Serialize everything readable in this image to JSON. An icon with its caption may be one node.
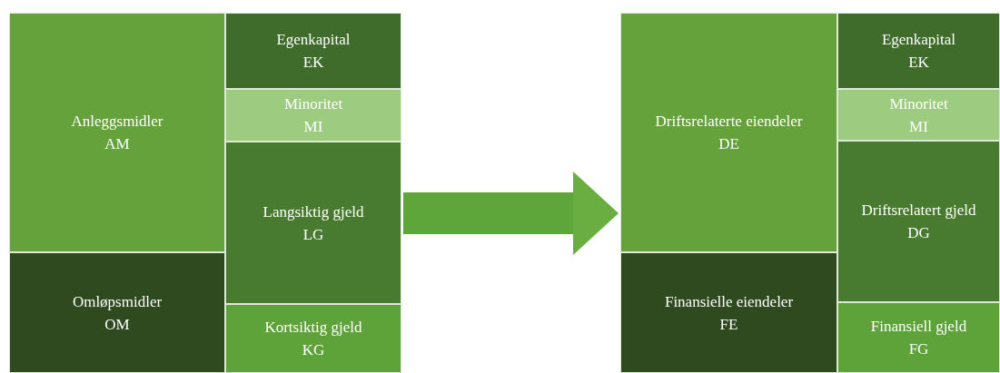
{
  "diagram": {
    "nodes": [
      {
        "text": [],
        "shape": "box"
      },
      {
        "text": [
          "Anleggsmidler",
          "AM"
        ],
        "in": 0
      },
      {
        "text": [
          "Omløpsmidler",
          "OM"
        ],
        "in": 0
      },
      {
        "text": [
          "Egenkapital",
          "EK"
        ],
        "in": 0
      },
      {
        "text": [
          "Minoritet",
          "MI"
        ],
        "in": 0
      },
      {
        "text": [
          "Langsiktig gjeld",
          "LG"
        ],
        "in": 0
      },
      {
        "text": [
          "Kortsiktig gjeld",
          "KG"
        ],
        "in": 0
      },
      {
        "text": [],
        "shape": "box"
      },
      {
        "text": [
          "Driftsrelaterte eiendeler",
          "DE"
        ],
        "in": 7
      },
      {
        "text": [
          "Finansielle eiendeler",
          "FE"
        ],
        "in": 7
      },
      {
        "text": [
          "Egenkapital",
          "EK"
        ],
        "in": 7
      },
      {
        "text": [
          "Minoritet",
          "MI"
        ],
        "in": 7
      },
      {
        "text": [
          "Driftsrelatert gjeld",
          "DG"
        ],
        "in": 7
      },
      {
        "text": [
          "Finansiell gjeld",
          "FG"
        ],
        "in": 7
      }
    ],
    "edges": [
      {
        "from": 0,
        "to": 7,
        "arrow": "to"
      }
    ]
  }
}
